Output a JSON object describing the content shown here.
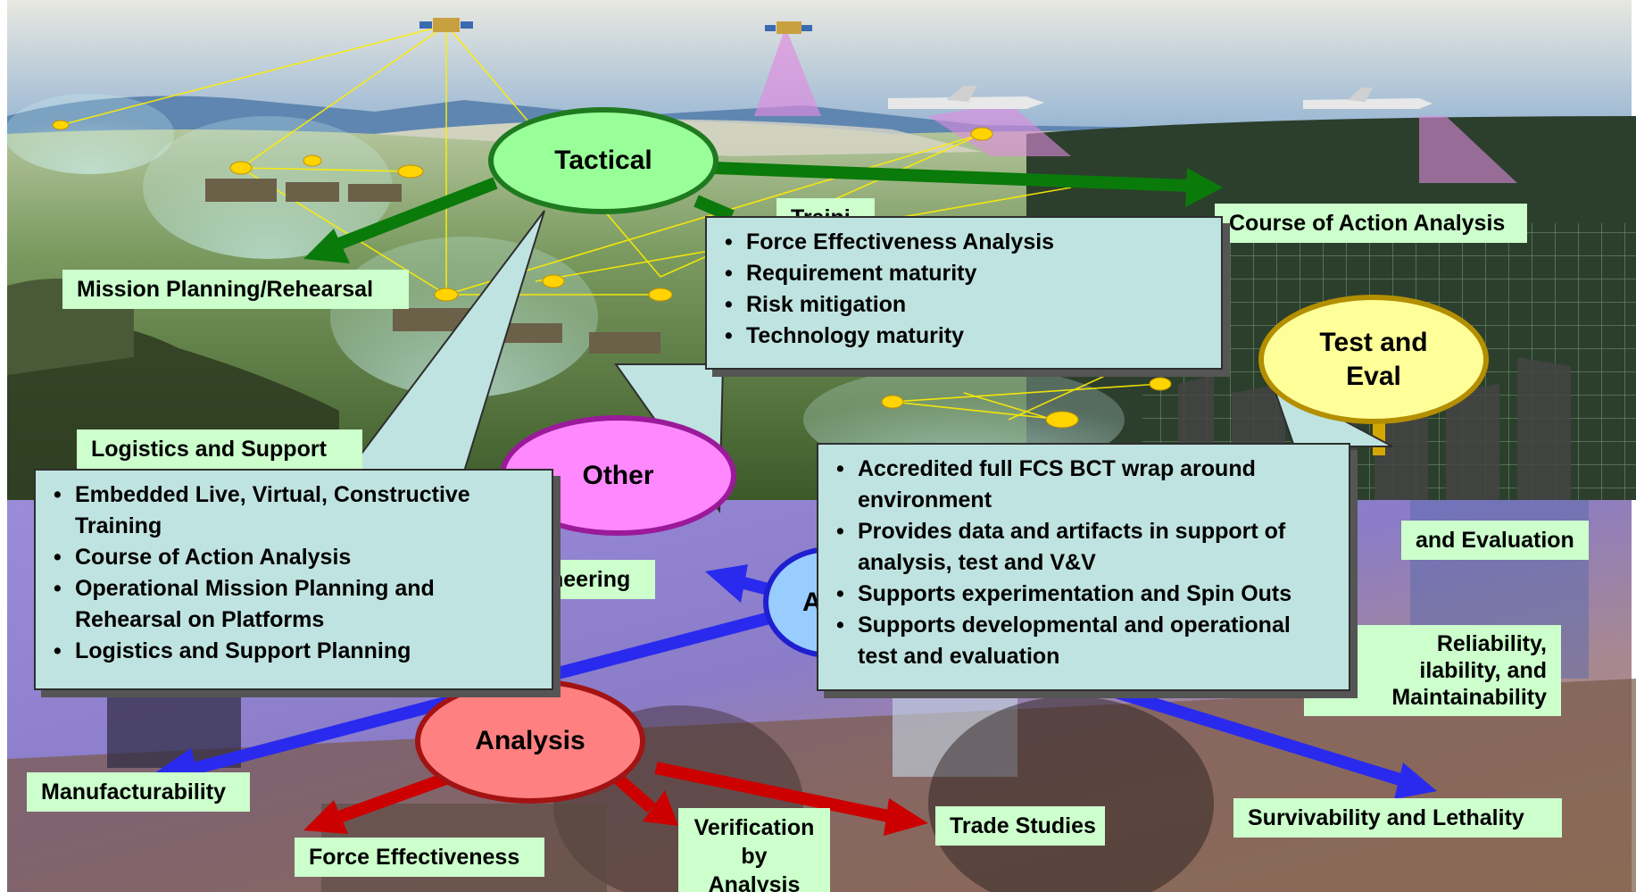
{
  "nodes": {
    "tactical": "Tactical",
    "test_eval": "Test and\nEval",
    "other": "Other",
    "analysis": "Analysis",
    "acquisition_partial": "A"
  },
  "labels": {
    "course_of_action": "Course of Action Analysis",
    "mission_planning": "Mission Planning/Rehearsal",
    "training_partial": "Traini",
    "logistics": "Logistics and Support",
    "engineering_partial": "neering",
    "test_evaluation_partial": "and Evaluation",
    "ram_partial": "Reliability,\nilability, and\nMaintainability",
    "manufacturability": "Manufacturability",
    "force_effectiveness": "Force Effectiveness",
    "verification": "Verification\nby Analysis",
    "trade_studies": "Trade Studies",
    "survivability": "Survivability and Lethality"
  },
  "callouts": {
    "training": [
      "Force Effectiveness Analysis",
      "Requirement maturity",
      "Risk mitigation",
      "Technology maturity"
    ],
    "tactical": [
      "Embedded Live, Virtual, Constructive Training",
      "Course of Action Analysis",
      "Operational Mission Planning and Rehearsal on Platforms",
      "Logistics and Support Planning"
    ],
    "test_eval": [
      "Accredited full FCS BCT wrap around environment",
      "Provides data and artifacts in support of analysis, test and V&V",
      "Supports experimentation and Spin Outs",
      "Supports developmental and operational test and evaluation"
    ]
  },
  "colors": {
    "tactical_fill": "#99ff99",
    "tactical_edge": "#1f7a1f",
    "test_eval_fill": "#ffff99",
    "test_eval_edge": "#b38f00",
    "other_fill": "#ff88ff",
    "other_edge": "#9a1a9a",
    "analysis_fill": "#ff8080",
    "analysis_edge": "#a31313",
    "acquisition_fill": "#99ccff",
    "acquisition_edge": "#1f1fd0",
    "label_bg": "#ccffcc",
    "callout_bg": "#bfe3e0",
    "green_arrow": "#0a7a0a",
    "blue_arrow": "#2a2aee",
    "red_arrow": "#cc0000"
  }
}
